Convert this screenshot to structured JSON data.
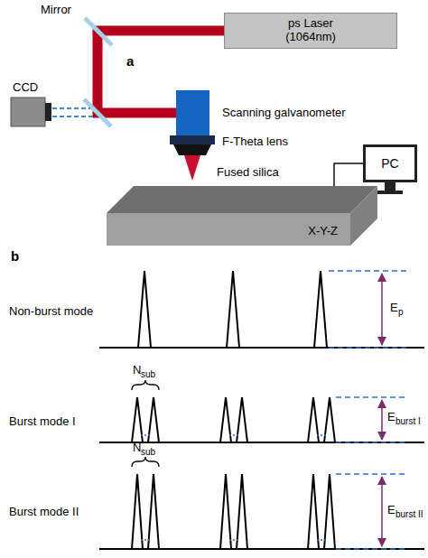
{
  "diagram": {
    "nodes": [
      {
        "text": [
          "ps Laser (1064nm)"
        ]
      },
      {
        "text": [
          "PC"
        ]
      },
      {
        "text": [
          "X-Y-Z"
        ]
      }
    ],
    "edges": [
      {
        "from": 2,
        "to": 1,
        "arrow": "none"
      }
    ],
    "labels": [
      "Mirror",
      "a",
      "CCD",
      "Scanning galvanometer",
      "F-Theta lens",
      "Fused silica",
      "b",
      "Non-burst mode",
      "E",
      "p",
      "N",
      "sub",
      "Burst mode I",
      "E",
      "burst I",
      "N",
      "sub",
      "Burst mode II",
      "E",
      "burst II"
    ]
  }
}
